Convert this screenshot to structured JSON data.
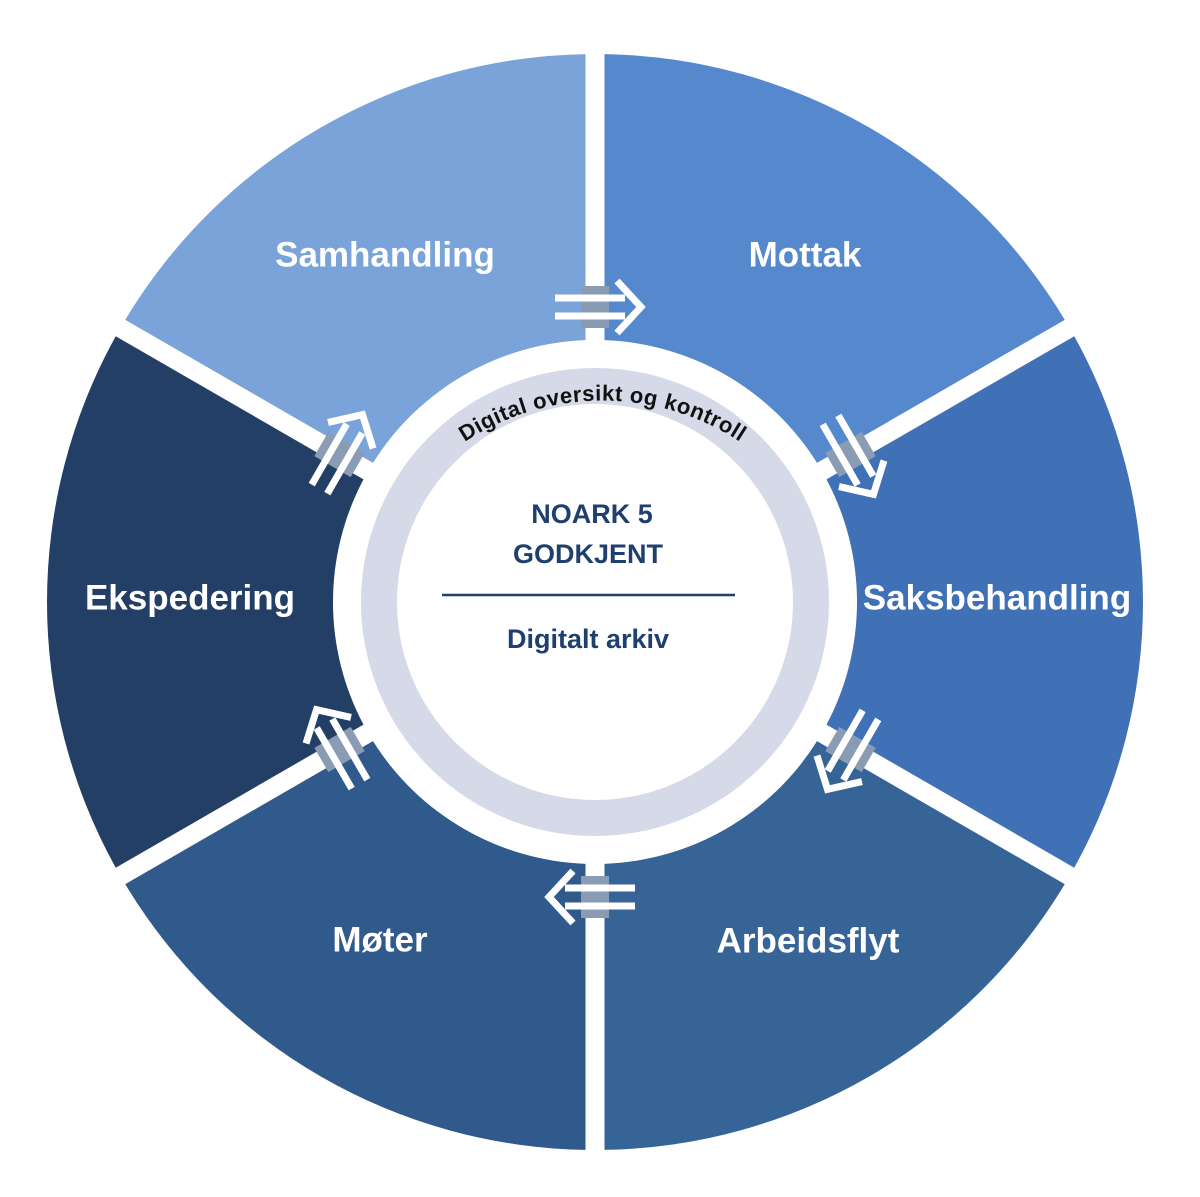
{
  "segments": [
    {
      "label": "Mottak",
      "color": "#5588cc"
    },
    {
      "label": "Saksbehandling",
      "color": "#4070b6"
    },
    {
      "label": "Arbeidsflyt",
      "color": "#376496"
    },
    {
      "label": "Møter",
      "color": "#30598c"
    },
    {
      "label": "Ekspedering",
      "color": "#243f66"
    },
    {
      "label": "Samhandling",
      "color": "#7aa4d9"
    }
  ],
  "center": {
    "title_line1": "NOARK 5",
    "title_line2": "GODKJENT",
    "subtitle": "Digitalt arkiv"
  },
  "ring": {
    "text": "Digital oversikt og kontroll",
    "color": "#d5d9e8"
  }
}
